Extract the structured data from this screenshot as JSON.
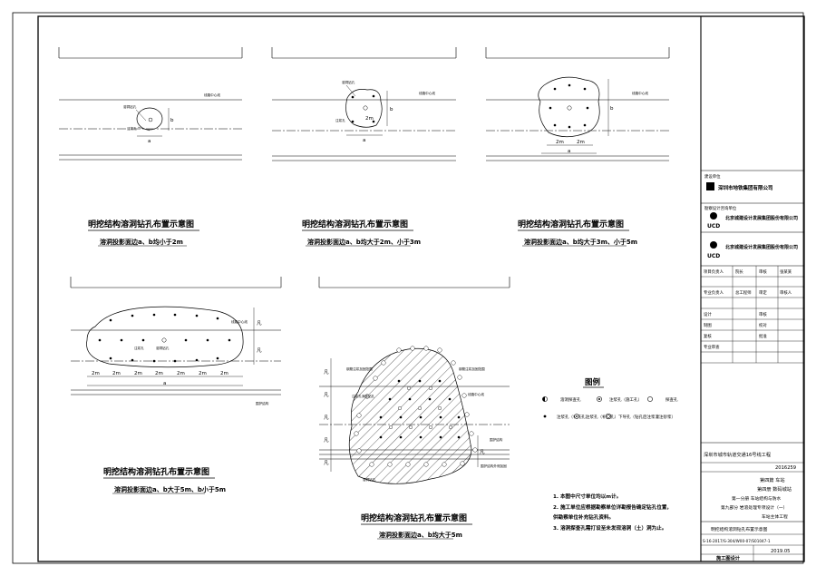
{
  "panels": [
    {
      "title": "明挖结构溶洞钻孔布置示意图",
      "subtitle": "溶洞投影面边a、b均小于2m"
    },
    {
      "title": "明挖结构溶洞钻孔布置示意图",
      "subtitle": "溶洞投影面边a、b均大于2m、小于3m"
    },
    {
      "title": "明挖结构溶洞钻孔布置示意图",
      "subtitle": "溶洞投影面边a、b均大于3m、小于5m"
    },
    {
      "title": "明挖结构溶洞钻孔布置示意图",
      "subtitle": "溶洞投影面边a、b大于5m、b小于5m"
    },
    {
      "title": "明挖结构溶洞钻孔布置示意图",
      "subtitle": "溶洞投影面边a、b均大于5m"
    }
  ],
  "labels": {
    "line_center": "线路中心线",
    "envelope": "围护结构",
    "hole_cave": "溶洞钻孔",
    "hole_grout": "注浆孔",
    "hole_detect": "探查孔",
    "dim_2m": "2m",
    "dim_a": "a",
    "dim_b": "b",
    "dim_L": "L",
    "dim_kai": "凡",
    "leader_1": "钢筋注浆加固范围",
    "leader_2": "注浆孔深度钻孔",
    "leader_3": "围护结构外侧加固"
  },
  "legend": {
    "title": "图例",
    "items": [
      {
        "label": "溶洞探查孔"
      },
      {
        "label": "注浆孔（施工孔）"
      },
      {
        "label": "探查孔"
      },
      {
        "label": "注浆孔（补充孔）"
      },
      {
        "label": "注浆孔（补充孔）"
      },
      {
        "label": "下导孔（钻孔后注浆灌注砂浆）"
      }
    ]
  },
  "notes": [
    "1. 本图中尺寸单位均以m计。",
    "2. 施工单位应根据勘察单位详勘报告确定钻孔位置，",
    "   供勘察单位补充钻孔资料。",
    "3. 溶洞探查孔需打设至未发现溶洞（土）洞为止。"
  ],
  "title_block": {
    "owner_label": "建设单位",
    "owner_name": "深圳市地铁集团有限公司",
    "designer_label": "勘察设计咨询单位",
    "designer_name": "北京城建设计发展集团股份有限公司",
    "logo_text": "UCD",
    "rows": [
      [
        "项目负责人",
        "院长",
        "审核",
        "张某某"
      ],
      [
        "专业负责人",
        "总工程师",
        "审定",
        "审核人"
      ],
      [
        "设计",
        "",
        "审核",
        ""
      ],
      [
        "制图",
        "",
        "校对",
        ""
      ],
      [
        "复核",
        "",
        "批准",
        ""
      ],
      [
        "专业审查",
        "",
        "",
        ""
      ]
    ],
    "project_name": "深圳市城市轨道交通16号线工程",
    "project_code": "2016259",
    "volume": "第四篇  车站",
    "part": "第四册  数码城站",
    "section": "第一分册  车站结构与防水",
    "subsection": "第九部分  岩溶处理专项设计（一）",
    "subtitle2": "车站主体工程",
    "drawing_title": "明挖结构溶洞钻孔布置示意图",
    "drawing_no": "S-16-2017/S-304/W00-07/S01047-1",
    "phase": "施工图设计",
    "date": "2019.05"
  }
}
